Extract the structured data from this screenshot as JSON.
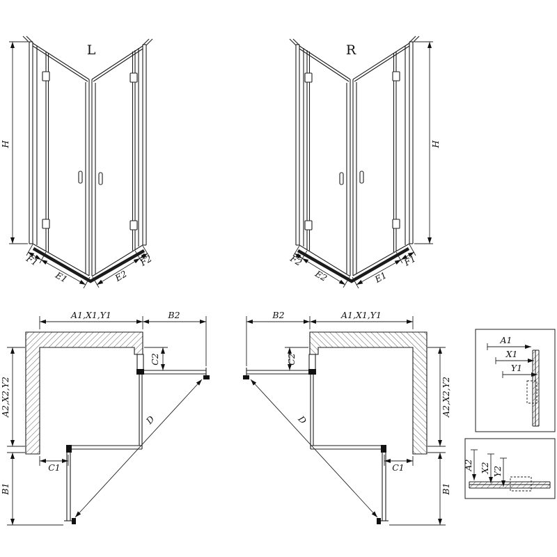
{
  "iso_left": {
    "title": "L",
    "height_label": "H",
    "segments": [
      "F1",
      "E1",
      "E2",
      "F2"
    ]
  },
  "iso_right": {
    "title": "R",
    "height_label": "H",
    "segments": [
      "F2",
      "E2",
      "E1",
      "F1"
    ]
  },
  "plan_left": {
    "width_label": "A1,X1,Y1",
    "door_width_label": "B2",
    "offset_top_label": "C2",
    "depth_label": "A2,X2,Y2",
    "door_length_label": "B1",
    "offset_side_label": "C1",
    "diagonal_label": "D"
  },
  "plan_right": {
    "width_label": "A1,X1,Y1",
    "door_width_label": "B2",
    "offset_top_label": "C2",
    "depth_label": "A2,X2,Y2",
    "door_length_label": "B1",
    "offset_side_label": "C1",
    "diagonal_label": "D"
  },
  "detail_top": {
    "labels": [
      "A1",
      "X1",
      "Y1"
    ]
  },
  "detail_bottom": {
    "labels": [
      "A2",
      "X2",
      "Y2"
    ]
  }
}
